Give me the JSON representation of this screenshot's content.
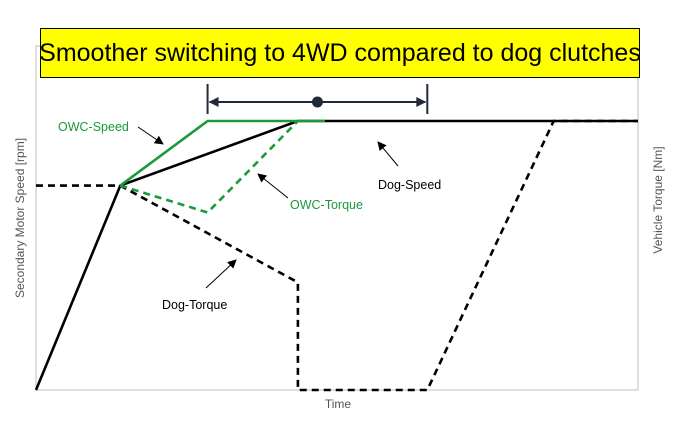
{
  "banner": {
    "text": "Smoother switching to 4WD compared to dog clutches",
    "background": "#ffff00"
  },
  "colors": {
    "owc": "#1a9a3a",
    "dog": "#000000",
    "axis": "#bfbfbf",
    "axis_text": "#555555"
  },
  "chart_data": {
    "type": "line",
    "title": "Smoother switching to 4WD compared to dog clutches",
    "xlabel": "Time",
    "ylabel": "Secondary Motor Speed [rpm]",
    "y2label": "Vehicle Torque [Nm]",
    "xlim": [
      0,
      100
    ],
    "ylim": [
      0,
      100
    ],
    "grid": false,
    "series": [
      {
        "name": "OWC-Speed",
        "style": "solid",
        "color": "#1a9a3a",
        "x": [
          14,
          28.5,
          48
        ],
        "y": [
          76,
          100,
          100
        ]
      },
      {
        "name": "OWC-Torque",
        "style": "dashed",
        "color": "#1a9a3a",
        "x": [
          14,
          28.5,
          43.5
        ],
        "y": [
          76,
          66,
          100
        ]
      },
      {
        "name": "Dog-Speed",
        "style": "solid",
        "color": "#000000",
        "x": [
          0,
          14,
          43.5,
          65,
          65,
          100
        ],
        "y": [
          0,
          76,
          100,
          100,
          100,
          100
        ]
      },
      {
        "name": "Dog-Torque",
        "style": "dashed",
        "color": "#000000",
        "x": [
          0,
          14,
          43.5,
          43.5,
          65,
          86,
          100
        ],
        "y": [
          76,
          76,
          40,
          0,
          0,
          100,
          100
        ]
      }
    ],
    "bracket": {
      "x": [
        28.5,
        65
      ]
    },
    "annotations": [
      "OWC-Speed",
      "OWC-Torque",
      "Dog-Speed",
      "Dog-Torque"
    ]
  }
}
